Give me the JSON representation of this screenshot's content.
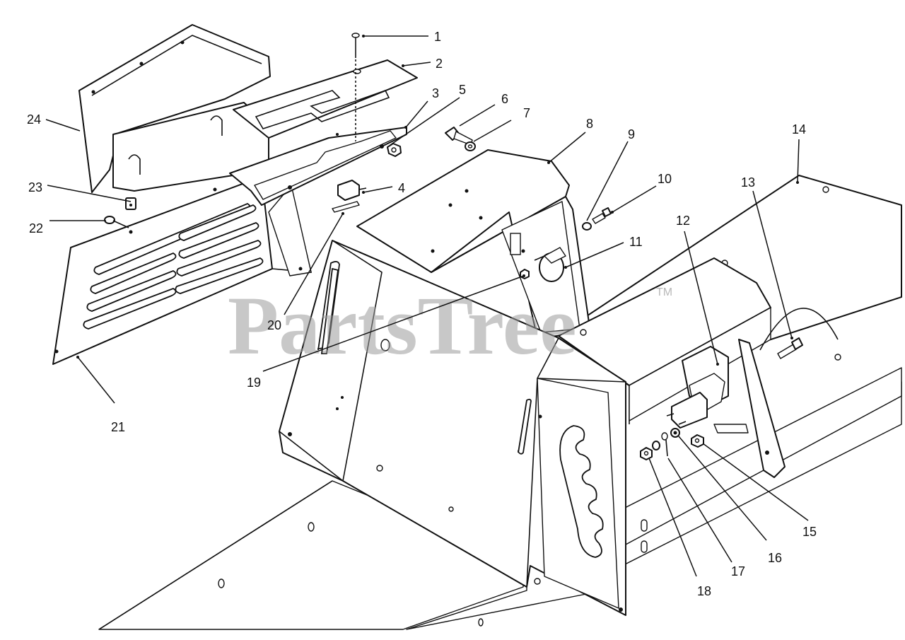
{
  "watermark": {
    "text": "PartsTree",
    "trademark": "TM"
  },
  "callouts": [
    {
      "id": "1",
      "label": "1"
    },
    {
      "id": "2",
      "label": "2"
    },
    {
      "id": "3",
      "label": "3"
    },
    {
      "id": "4",
      "label": "4"
    },
    {
      "id": "5",
      "label": "5"
    },
    {
      "id": "6",
      "label": "6"
    },
    {
      "id": "7",
      "label": "7"
    },
    {
      "id": "8",
      "label": "8"
    },
    {
      "id": "9",
      "label": "9"
    },
    {
      "id": "10",
      "label": "10"
    },
    {
      "id": "11",
      "label": "11"
    },
    {
      "id": "12",
      "label": "12"
    },
    {
      "id": "13",
      "label": "13"
    },
    {
      "id": "14",
      "label": "14"
    },
    {
      "id": "15",
      "label": "15"
    },
    {
      "id": "16",
      "label": "16"
    },
    {
      "id": "17",
      "label": "17"
    },
    {
      "id": "18",
      "label": "18"
    },
    {
      "id": "19",
      "label": "19"
    },
    {
      "id": "20",
      "label": "20"
    },
    {
      "id": "21",
      "label": "21"
    },
    {
      "id": "22",
      "label": "22"
    },
    {
      "id": "23",
      "label": "23"
    },
    {
      "id": "24",
      "label": "24"
    }
  ],
  "colors": {
    "ink": "#111111",
    "watermark": "#9a9a9a",
    "background": "#ffffff"
  }
}
